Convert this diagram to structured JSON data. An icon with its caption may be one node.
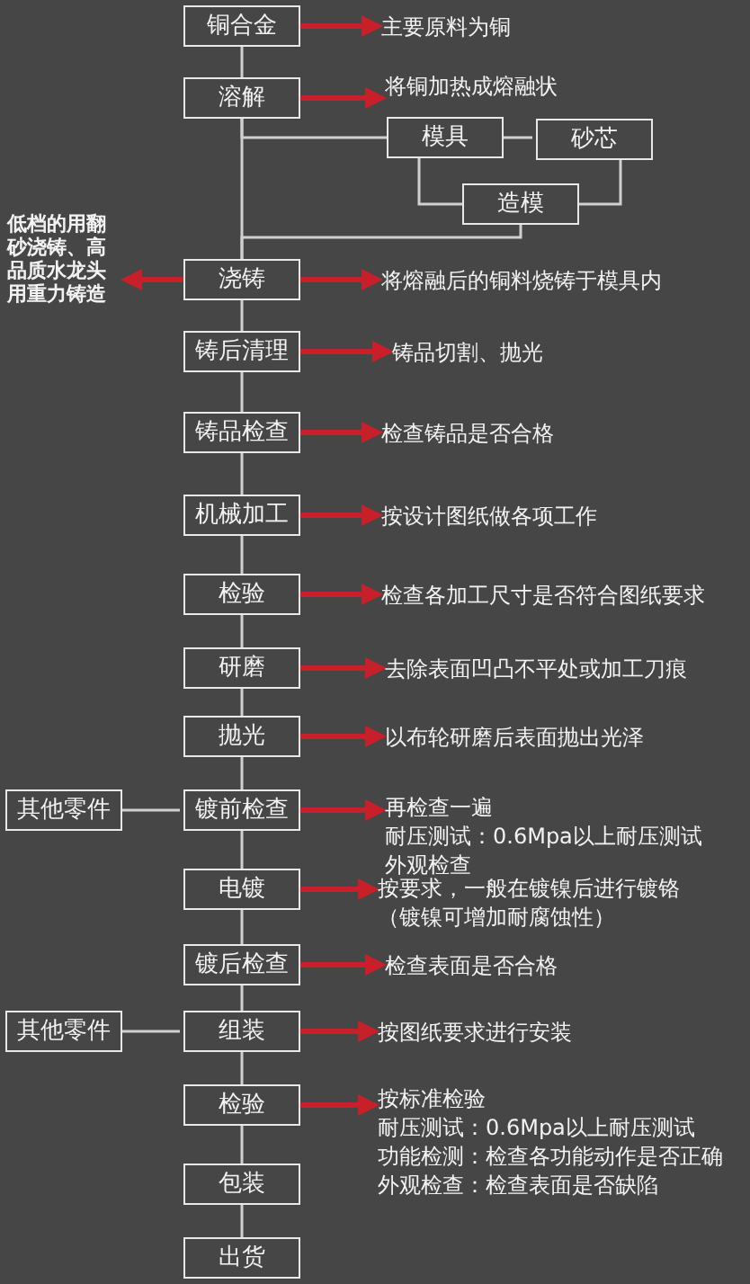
{
  "diagram": {
    "nodes": [
      {
        "text": [
          "铜合金"
        ]
      },
      {
        "text": [
          "主要原料为铜"
        ]
      },
      {
        "text": [
          "溶解"
        ]
      },
      {
        "text": [
          "将铜加热成熔融状"
        ]
      },
      {
        "text": [
          "模具"
        ]
      },
      {
        "text": [
          "砂芯"
        ]
      },
      {
        "text": [
          "造模"
        ]
      },
      {
        "text": [
          "低档的用翻砂浇铸、高品质水龙头用重力铸造"
        ]
      },
      {
        "text": [
          "浇铸"
        ]
      },
      {
        "text": [
          "将熔融后的铜料烧铸于模具内"
        ]
      },
      {
        "text": [
          "铸后清理"
        ]
      },
      {
        "text": [
          "铸品切割、抛光"
        ]
      },
      {
        "text": [
          "铸品检查"
        ]
      },
      {
        "text": [
          "检查铸品是否合格"
        ]
      },
      {
        "text": [
          "机械加工"
        ]
      },
      {
        "text": [
          "按设计图纸做各项工作"
        ]
      },
      {
        "text": [
          "检验"
        ]
      },
      {
        "text": [
          "检查各加工尺寸是否符合图纸要求"
        ]
      },
      {
        "text": [
          "研磨"
        ]
      },
      {
        "text": [
          "去除表面凹凸不平处或加工刀痕"
        ]
      },
      {
        "text": [
          "抛光"
        ]
      },
      {
        "text": [
          "以布轮研磨后表面抛出光泽"
        ]
      },
      {
        "text": [
          "其他零件"
        ]
      },
      {
        "text": [
          "镀前检查"
        ]
      },
      {
        "text": [
          "再检查一遍",
          "耐压测试：0.6Mpa以上耐压测试",
          "外观检查"
        ]
      },
      {
        "text": [
          "电镀"
        ]
      },
      {
        "text": [
          "按要求，一般在镀镍后进行镀铬",
          "（镀镍可增加耐腐蚀性）"
        ]
      },
      {
        "text": [
          "镀后检查"
        ]
      },
      {
        "text": [
          "检查表面是否合格"
        ]
      },
      {
        "text": [
          "其他零件"
        ]
      },
      {
        "text": [
          "组装"
        ]
      },
      {
        "text": [
          "按图纸要求进行安装"
        ]
      },
      {
        "text": [
          "检验"
        ]
      },
      {
        "text": [
          "按标准检验",
          "耐压测试：0.6Mpa以上耐压测试",
          "功能检测：检查各功能动作是否正确",
          "外观检查：检查表面是否缺陷"
        ]
      },
      {
        "text": [
          "包装"
        ]
      },
      {
        "text": [
          "出货"
        ]
      }
    ],
    "edges": [
      {
        "from": 0,
        "to": 2,
        "arrow": "none"
      },
      {
        "from": 2,
        "to": 8,
        "arrow": "none"
      },
      {
        "from": 2,
        "to": 4,
        "arrow": "none"
      },
      {
        "from": 4,
        "to": 5,
        "arrow": "none"
      },
      {
        "from": 4,
        "to": 6,
        "arrow": "none"
      },
      {
        "from": 5,
        "to": 6,
        "arrow": "none"
      },
      {
        "from": 6,
        "to": 8,
        "arrow": "none"
      },
      {
        "from": 8,
        "to": 10,
        "arrow": "none"
      },
      {
        "from": 10,
        "to": 12,
        "arrow": "none"
      },
      {
        "from": 12,
        "to": 14,
        "arrow": "none"
      },
      {
        "from": 14,
        "to": 16,
        "arrow": "none"
      },
      {
        "from": 16,
        "to": 18,
        "arrow": "none"
      },
      {
        "from": 18,
        "to": 20,
        "arrow": "none"
      },
      {
        "from": 20,
        "to": 23,
        "arrow": "none"
      },
      {
        "from": 22,
        "to": 23,
        "arrow": "none"
      },
      {
        "from": 23,
        "to": 25,
        "arrow": "none"
      },
      {
        "from": 25,
        "to": 27,
        "arrow": "none"
      },
      {
        "from": 27,
        "to": 30,
        "arrow": "none"
      },
      {
        "from": 29,
        "to": 30,
        "arrow": "none"
      },
      {
        "from": 30,
        "to": 32,
        "arrow": "none"
      },
      {
        "from": 32,
        "to": 34,
        "arrow": "none"
      },
      {
        "from": 34,
        "to": 35,
        "arrow": "none"
      },
      {
        "from": 0,
        "to": 1,
        "arrow": "to",
        "style": "thick",
        "color": "#c8202a"
      },
      {
        "from": 2,
        "to": 3,
        "arrow": "to",
        "style": "thick",
        "color": "#c8202a"
      },
      {
        "from": 8,
        "to": 9,
        "arrow": "to",
        "style": "thick",
        "color": "#c8202a"
      },
      {
        "from": 8,
        "to": 7,
        "arrow": "to",
        "style": "thick",
        "color": "#c8202a"
      },
      {
        "from": 10,
        "to": 11,
        "arrow": "to",
        "style": "thick",
        "color": "#c8202a"
      },
      {
        "from": 12,
        "to": 13,
        "arrow": "to",
        "style": "thick",
        "color": "#c8202a"
      },
      {
        "from": 14,
        "to": 15,
        "arrow": "to",
        "style": "thick",
        "color": "#c8202a"
      },
      {
        "from": 16,
        "to": 17,
        "arrow": "to",
        "style": "thick",
        "color": "#c8202a"
      },
      {
        "from": 18,
        "to": 19,
        "arrow": "to",
        "style": "thick",
        "color": "#c8202a"
      },
      {
        "from": 20,
        "to": 21,
        "arrow": "to",
        "style": "thick",
        "color": "#c8202a"
      },
      {
        "from": 23,
        "to": 24,
        "arrow": "to",
        "style": "thick",
        "color": "#c8202a"
      },
      {
        "from": 25,
        "to": 26,
        "arrow": "to",
        "style": "thick",
        "color": "#c8202a"
      },
      {
        "from": 27,
        "to": 28,
        "arrow": "to",
        "style": "thick",
        "color": "#c8202a"
      },
      {
        "from": 30,
        "to": 31,
        "arrow": "to",
        "style": "thick",
        "color": "#c8202a"
      },
      {
        "from": 32,
        "to": 33,
        "arrow": "to",
        "style": "thick",
        "color": "#c8202a"
      }
    ]
  }
}
